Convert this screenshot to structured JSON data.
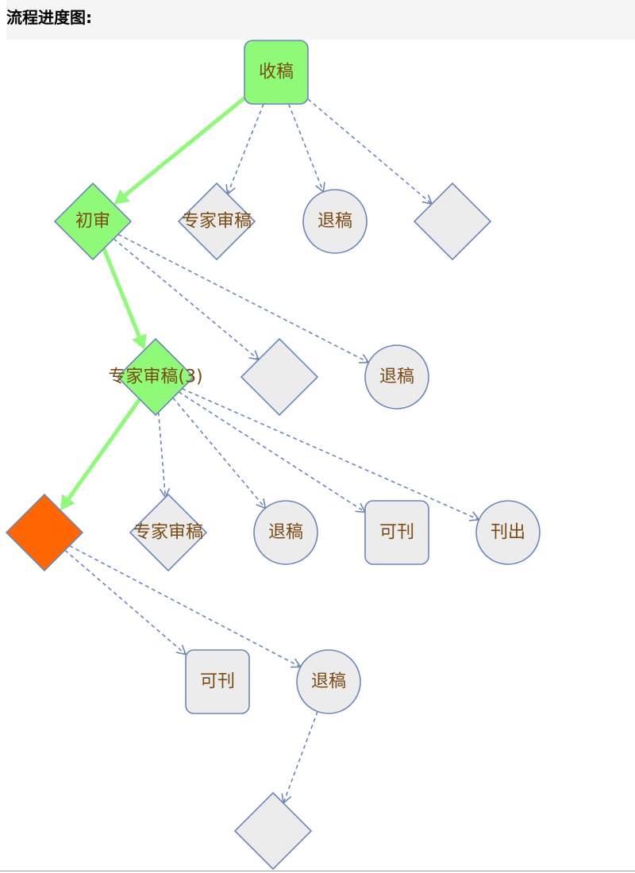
{
  "header": {
    "title": "流程进度图:"
  },
  "colors": {
    "done": "#8efa78",
    "current": "#ff6600",
    "pending": "#ececec",
    "node_stroke": "#6c86bd",
    "done_edge": "#8efa78",
    "pending_edge": "#6c86bd",
    "label": "#7b4a12"
  },
  "nodes": [
    {
      "id": "n_receive",
      "shape": "rounded-rect",
      "status": "done",
      "label": "收稿"
    },
    {
      "id": "n_first",
      "shape": "diamond",
      "status": "done",
      "label": "初审"
    },
    {
      "id": "n_expert1",
      "shape": "diamond",
      "status": "pending",
      "label": "专家审稿"
    },
    {
      "id": "n_reject1",
      "shape": "circle",
      "status": "pending",
      "label": "退稿"
    },
    {
      "id": "n_blank1",
      "shape": "diamond",
      "status": "pending",
      "label": ""
    },
    {
      "id": "n_expert3",
      "shape": "diamond",
      "status": "done",
      "label": "专家审稿(3)"
    },
    {
      "id": "n_blank2",
      "shape": "diamond",
      "status": "pending",
      "label": ""
    },
    {
      "id": "n_reject2",
      "shape": "circle",
      "status": "pending",
      "label": "退稿"
    },
    {
      "id": "n_current",
      "shape": "diamond",
      "status": "current",
      "label": ""
    },
    {
      "id": "n_expert2",
      "shape": "diamond",
      "status": "pending",
      "label": "专家审稿"
    },
    {
      "id": "n_reject3",
      "shape": "circle",
      "status": "pending",
      "label": "退稿"
    },
    {
      "id": "n_publishable1",
      "shape": "rounded-rect",
      "status": "pending",
      "label": "可刊"
    },
    {
      "id": "n_published",
      "shape": "circle",
      "status": "pending",
      "label": "刊出"
    },
    {
      "id": "n_publishable2",
      "shape": "rounded-rect",
      "status": "pending",
      "label": "可刊"
    },
    {
      "id": "n_reject4",
      "shape": "circle",
      "status": "pending",
      "label": "退稿"
    },
    {
      "id": "n_blank3",
      "shape": "diamond",
      "status": "pending",
      "label": ""
    }
  ],
  "edges": [
    {
      "from": "n_receive",
      "to": "n_first",
      "status": "done"
    },
    {
      "from": "n_receive",
      "to": "n_expert1",
      "status": "pending"
    },
    {
      "from": "n_receive",
      "to": "n_reject1",
      "status": "pending"
    },
    {
      "from": "n_receive",
      "to": "n_blank1",
      "status": "pending"
    },
    {
      "from": "n_first",
      "to": "n_expert3",
      "status": "done"
    },
    {
      "from": "n_first",
      "to": "n_blank2",
      "status": "pending"
    },
    {
      "from": "n_first",
      "to": "n_reject2",
      "status": "pending"
    },
    {
      "from": "n_expert3",
      "to": "n_current",
      "status": "done"
    },
    {
      "from": "n_expert3",
      "to": "n_expert2",
      "status": "pending"
    },
    {
      "from": "n_expert3",
      "to": "n_reject3",
      "status": "pending"
    },
    {
      "from": "n_expert3",
      "to": "n_publishable1",
      "status": "pending"
    },
    {
      "from": "n_expert3",
      "to": "n_published",
      "status": "pending"
    },
    {
      "from": "n_current",
      "to": "n_publishable2",
      "status": "pending"
    },
    {
      "from": "n_current",
      "to": "n_reject4",
      "status": "pending"
    },
    {
      "from": "n_reject4",
      "to": "n_blank3",
      "status": "pending"
    }
  ]
}
